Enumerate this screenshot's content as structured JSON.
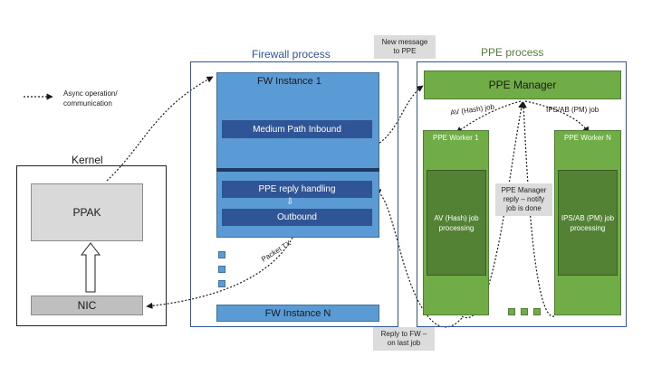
{
  "legend": {
    "label_line1": "Async operation/",
    "label_line2": "communication"
  },
  "kernel": {
    "title": "Kernel",
    "ppak": "PPAK",
    "nic": "NIC"
  },
  "firewall": {
    "title": "Firewall process",
    "instance1": {
      "title": "FW Instance 1",
      "medium_path": "Medium Path Inbound",
      "ppe_reply": "PPE reply handling",
      "outbound": "Outbound"
    },
    "instanceN": "FW Instance N"
  },
  "notes": {
    "new_message_line1": "New message",
    "new_message_line2": "to PPE",
    "reply_fw_line1": "Reply to FW –",
    "reply_fw_line2": "on last job",
    "manager_reply_line1": "PPE Manager",
    "manager_reply_line2": "reply – notify",
    "manager_reply_line3": "job is done",
    "packet_tx": "Packet TX"
  },
  "ppe": {
    "title": "PPE process",
    "manager": "PPE Manager",
    "av_job": "AV (Hash) job",
    "ips_job": "IPS/AB (PM) job",
    "worker1": {
      "title": "PPE Worker 1",
      "body_line1": "AV (Hash) job",
      "body_line2": "processing"
    },
    "workerN": {
      "title": "PPE Worker N",
      "body_line1": "IPS/AB (PM) job",
      "body_line2": "processing"
    }
  },
  "colors": {
    "fw_blue": "#5b9bd5",
    "fw_dark": "#2f5597",
    "ppe_green": "#70ad47",
    "ppe_dark": "#548235"
  }
}
